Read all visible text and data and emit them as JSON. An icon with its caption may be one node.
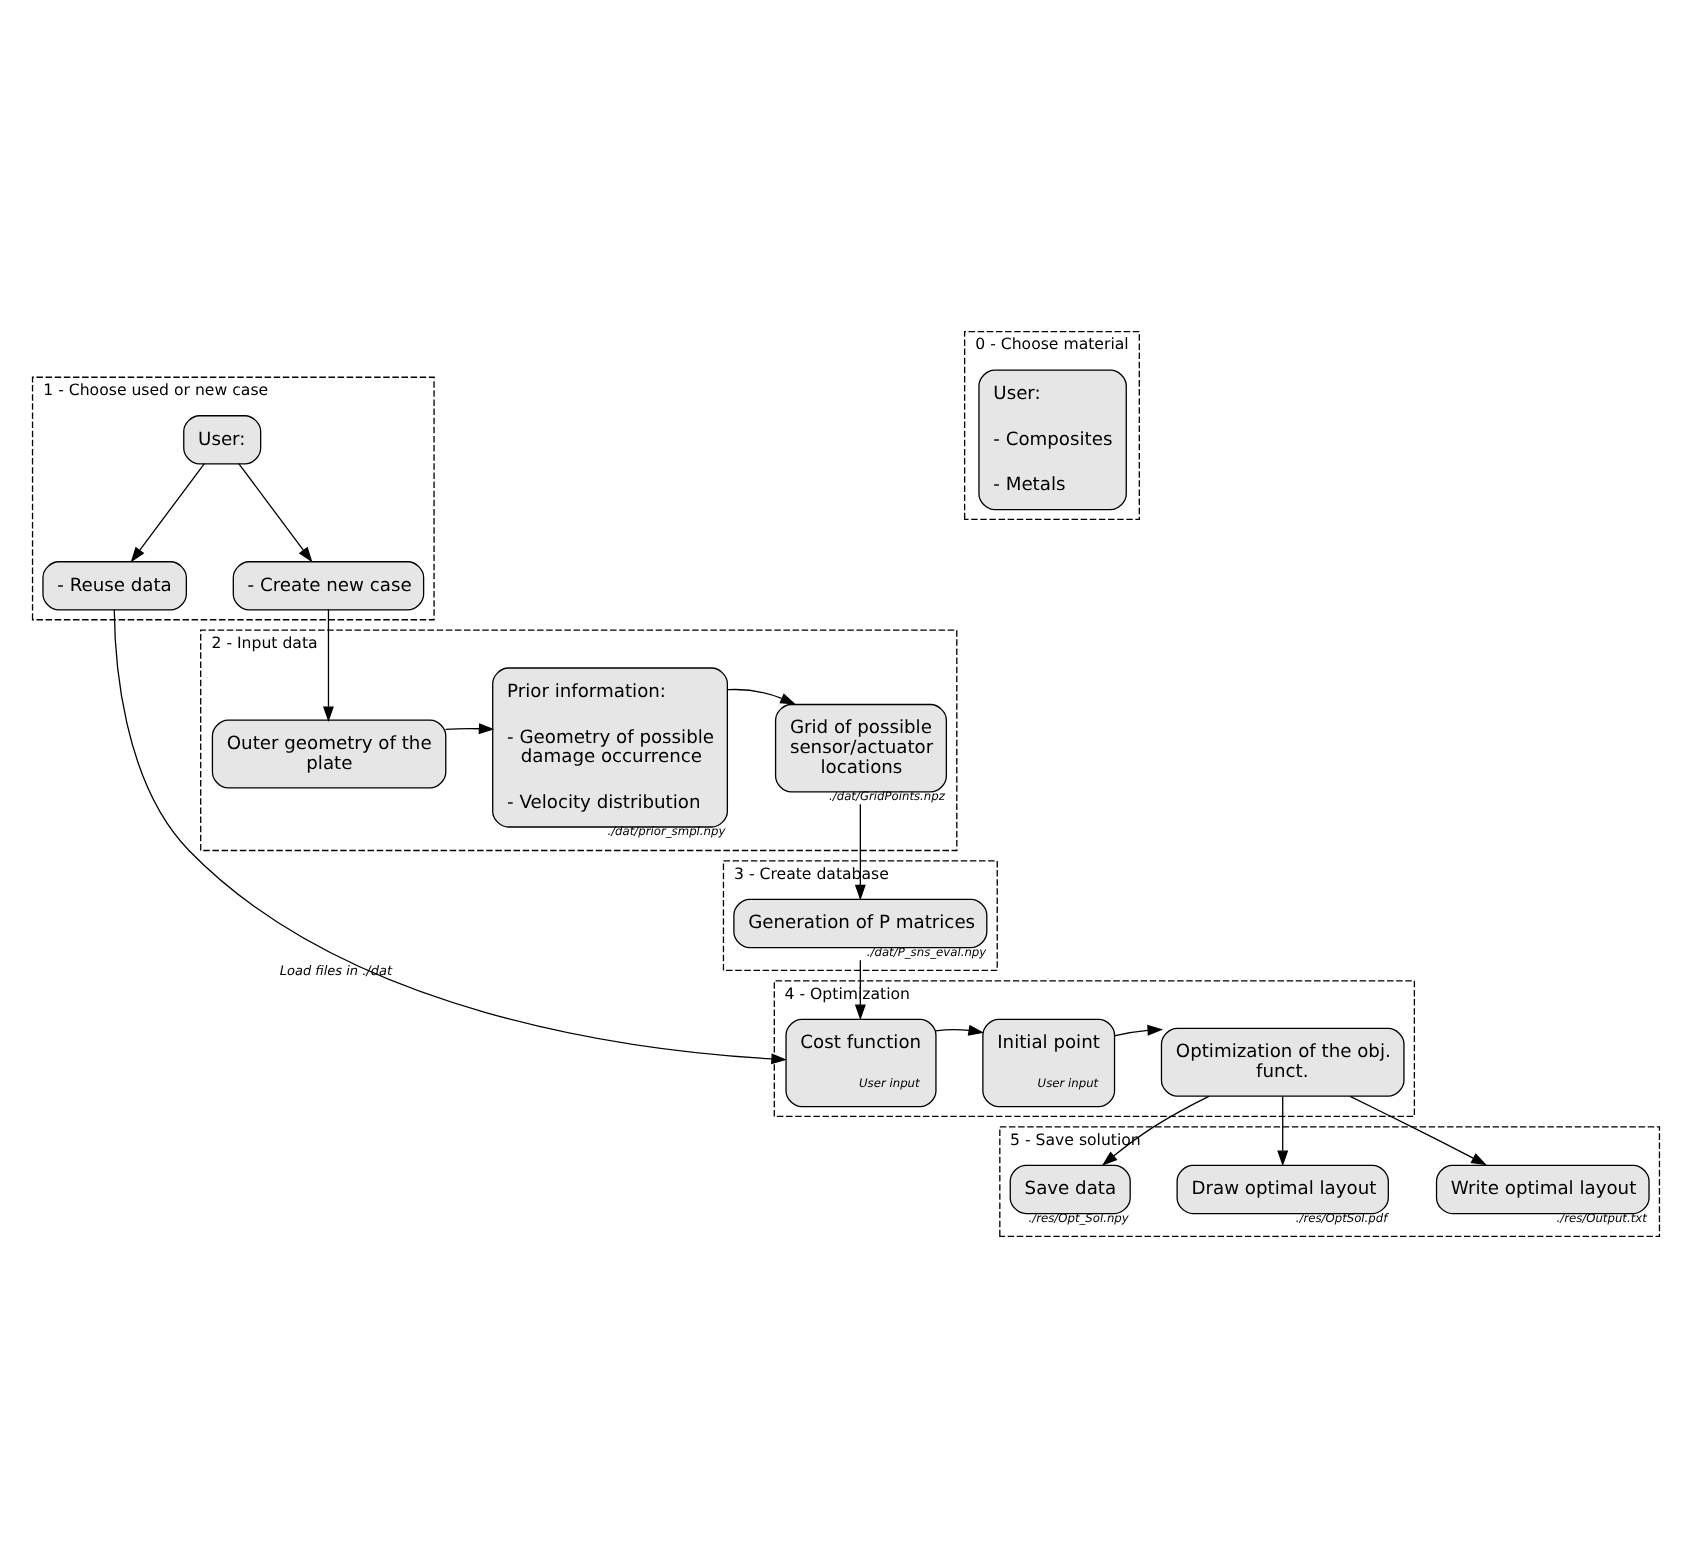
{
  "diagram": {
    "nodes": [
      {
        "text": [
          "1 - Choose used or new case"
        ]
      },
      {
        "text": [
          "User:"
        ],
        "in": 0
      },
      {
        "text": [
          "- Reuse data"
        ],
        "in": 0
      },
      {
        "text": [
          "- Create new case"
        ],
        "in": 0
      },
      {
        "text": [
          "0 - Choose material"
        ]
      },
      {
        "text": [
          "User:",
          "- Composites",
          "- Metals"
        ],
        "in": 4
      },
      {
        "text": [
          "2 - Input data"
        ]
      },
      {
        "text": [
          "Outer geometry of the plate"
        ],
        "in": 6
      },
      {
        "text": [
          "Prior information:",
          "- Geometry of possible damage occurrence",
          "- Velocity distribution"
        ],
        "in": 6,
        "beside": [
          "./dat/prior_smpl.npy"
        ]
      },
      {
        "text": [
          "Grid of possible sensor/actuator locations"
        ],
        "in": 6,
        "beside": [
          "./dat/GridPoints.npz"
        ]
      },
      {
        "text": [
          "3 - Create database"
        ]
      },
      {
        "text": [
          "Generation of P matrices"
        ],
        "in": 10,
        "beside": [
          "./dat/P_sns_eval.npy"
        ]
      },
      {
        "text": [
          "4 - Optimization"
        ]
      },
      {
        "text": [
          "Cost function",
          "User input"
        ],
        "in": 12
      },
      {
        "text": [
          "Initial point",
          "User input"
        ],
        "in": 12
      },
      {
        "text": [
          "Optimization of the obj. funct."
        ],
        "in": 12
      },
      {
        "text": [
          "5 - Save solution"
        ]
      },
      {
        "text": [
          "Save data"
        ],
        "in": 16,
        "beside": [
          "./res/Opt_Sol.npy"
        ]
      },
      {
        "text": [
          "Draw optimal layout"
        ],
        "in": 16,
        "beside": [
          "./res/OptSol.pdf"
        ]
      },
      {
        "text": [
          "Write optimal layout"
        ],
        "in": 16,
        "beside": [
          "./res/Output.txt"
        ]
      }
    ],
    "edges": [
      {
        "from": 1,
        "to": 2,
        "arrow": "to"
      },
      {
        "from": 1,
        "to": 3,
        "arrow": "to"
      },
      {
        "from": 2,
        "to": 13,
        "arrow": "to",
        "label": "Load files in ./dat"
      },
      {
        "from": 3,
        "to": 7,
        "arrow": "to"
      },
      {
        "from": 7,
        "to": 8,
        "arrow": "to"
      },
      {
        "from": 8,
        "to": 9,
        "arrow": "to"
      },
      {
        "from": 9,
        "to": 11,
        "arrow": "to"
      },
      {
        "from": 11,
        "to": 13,
        "arrow": "to"
      },
      {
        "from": 13,
        "to": 14,
        "arrow": "to"
      },
      {
        "from": 14,
        "to": 15,
        "arrow": "to"
      },
      {
        "from": 15,
        "to": 17,
        "arrow": "to"
      },
      {
        "from": 15,
        "to": 18,
        "arrow": "to"
      },
      {
        "from": 15,
        "to": 19,
        "arrow": "to"
      }
    ]
  }
}
